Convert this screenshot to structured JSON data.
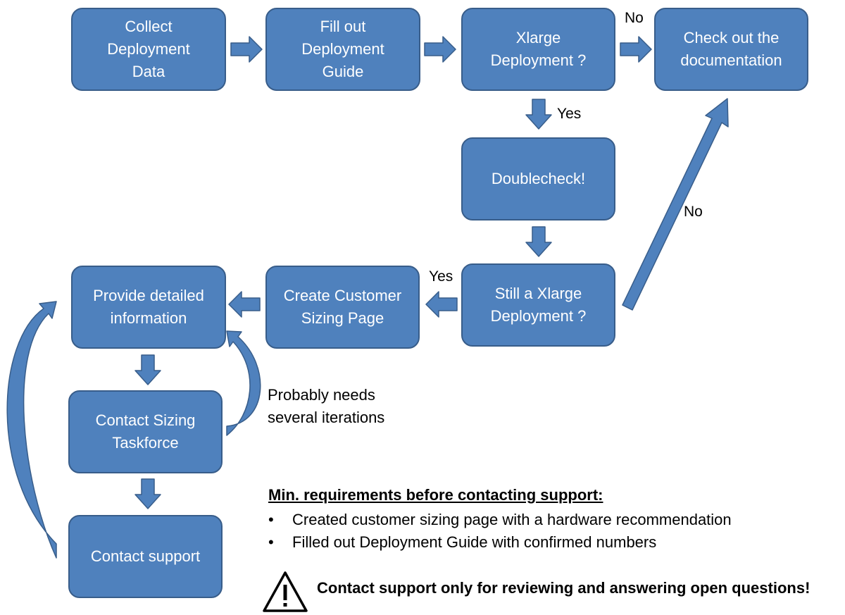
{
  "nodes": {
    "collect": "Collect\nDeployment\nData",
    "fill": "Fill out\nDeployment\nGuide",
    "xlarge": "Xlarge\nDeployment ?",
    "docs": "Check out the\ndocumentation",
    "doublecheck": "Doublecheck!",
    "still": "Still a Xlarge\nDeployment ?",
    "create": "Create Customer\nSizing Page",
    "provide": "Provide detailed\ninformation",
    "sizing": "Contact Sizing\nTaskforce",
    "support": "Contact support"
  },
  "labels": {
    "no_top": "No",
    "yes_top": "Yes",
    "no_diag": "No",
    "yes_mid": "Yes"
  },
  "iteration_note": "Probably needs\nseveral iterations",
  "requirements": {
    "title": "Min. requirements before contacting support:",
    "items": [
      "Created customer sizing page with a hardware recommendation",
      "Filled out Deployment Guide with confirmed numbers"
    ]
  },
  "warning": {
    "text": "Contact support only for reviewing and answering open questions!",
    "icon": "warning-triangle-icon"
  },
  "colors": {
    "box_fill": "#4f81bd",
    "box_border": "#385d8a",
    "arrow_fill": "#4f81bd",
    "text_light": "#ffffff"
  }
}
